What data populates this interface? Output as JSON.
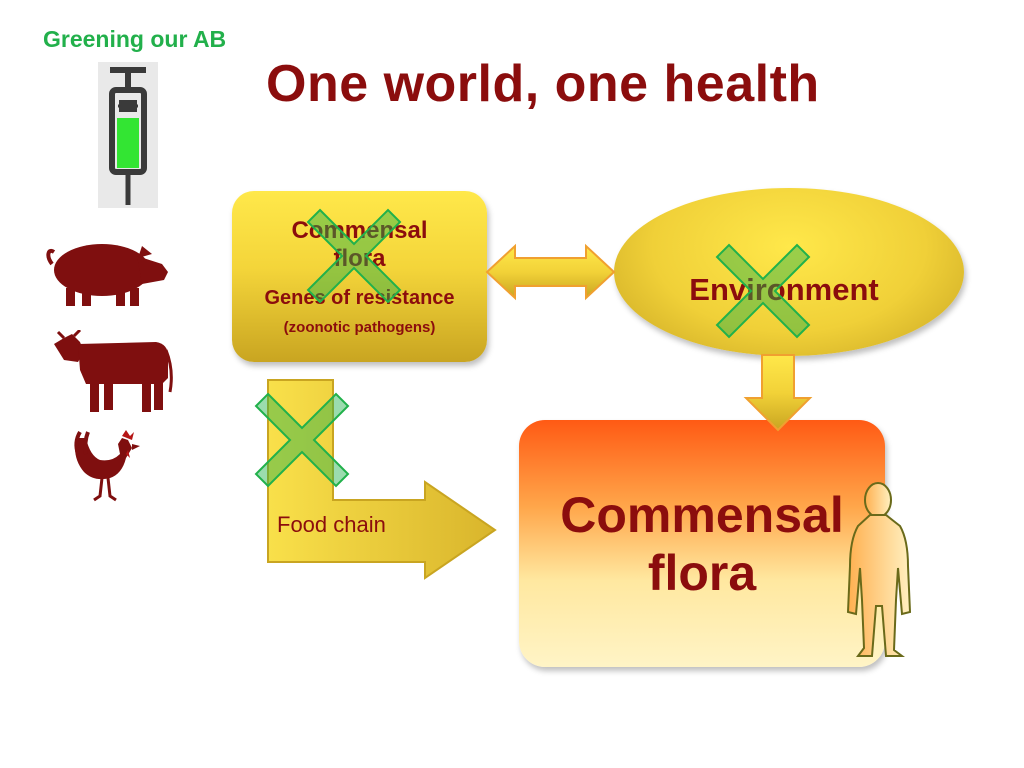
{
  "brand": "Greening our AB",
  "title": "One world, one health",
  "animal_box": {
    "line1": "Commensal",
    "line2": "flora",
    "genes": "Genes of resistance",
    "pathogens": "(zoonotic pathogens)"
  },
  "environment": {
    "label": "Environment"
  },
  "human_box": {
    "line1": "Commensal",
    "line2": "flora"
  },
  "food_chain": {
    "label": "Food chain"
  },
  "icons": [
    "syringe-icon",
    "pig-icon",
    "cow-icon",
    "rooster-icon",
    "human-icon",
    "cross-icon"
  ],
  "colors": {
    "title": "#8b0d0d",
    "brand": "#22b04b",
    "box_yellow": "#f4d53a",
    "box_orange": "#ff5a14",
    "animal": "#7f0f0f",
    "cross": "#21b14b"
  }
}
